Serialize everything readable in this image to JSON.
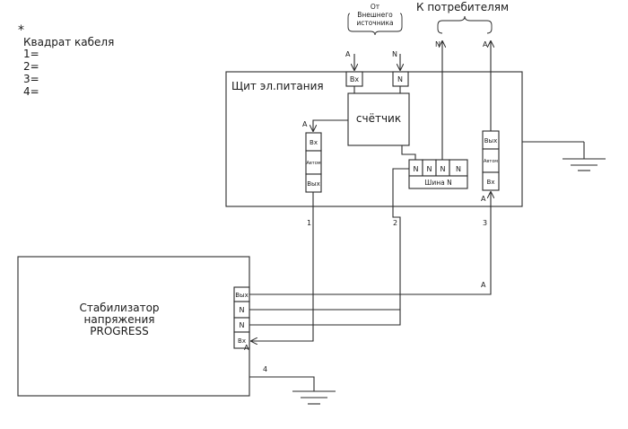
{
  "legend": {
    "star": "*",
    "title": "Квадрат кабеля",
    "rows": [
      "1=",
      "2=",
      "3=",
      "4="
    ]
  },
  "source": {
    "label_line1": "От",
    "label_line2": "Внешнего",
    "label_line3": "источника",
    "phase_label": "A",
    "neutral_label": "N"
  },
  "consumers": {
    "label": "К потребителям",
    "neutral_label": "N",
    "phase_label": "A"
  },
  "panel": {
    "title": "Щит эл.питания",
    "meter_label": "счётчик",
    "input_terminal": "Вх",
    "neutral_terminal": "N",
    "left_breaker": {
      "phase": "A",
      "top": "Вх",
      "mid": "Автом",
      "bottom": "Вых"
    },
    "right_breaker": {
      "top": "Вых",
      "mid": "Автом",
      "bottom": "Вх",
      "phase": "A"
    },
    "bus": {
      "cells": [
        "N",
        "N",
        "N",
        "N"
      ],
      "label": "Шина N"
    }
  },
  "stabilizer": {
    "line1": "Стабилизатор",
    "line2": "напряжения",
    "line3": "PROGRESS",
    "terminals": [
      "Вых",
      "N",
      "N",
      "Вх"
    ],
    "phase_label": "A"
  },
  "wires": {
    "w1": "1",
    "w2": "2",
    "w3": "3",
    "w4": "4",
    "w3_phase": "A"
  }
}
